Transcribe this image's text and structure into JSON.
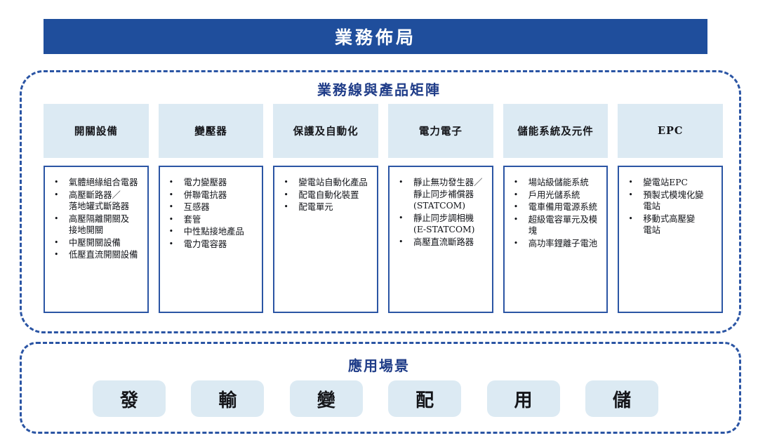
{
  "banner": {
    "title": "業務佈局"
  },
  "matrix": {
    "title": "業務線與產品矩陣",
    "columns": [
      {
        "header": "開關設備",
        "items": [
          "氣體絕緣組合電器",
          "高壓斷路器／\n落地罐式斷路器",
          "高壓隔離開關及\n接地開關",
          "中壓開關設備",
          "低壓直流開關設備"
        ]
      },
      {
        "header": "變壓器",
        "items": [
          "電力變壓器",
          "併聯電抗器",
          "互感器",
          "套管",
          "中性點接地產品",
          "電力電容器"
        ]
      },
      {
        "header": "保護及自動化",
        "items": [
          "變電站自動化產品",
          "配電自動化裝置",
          "配電單元"
        ]
      },
      {
        "header": "電力電子",
        "items": [
          "靜止無功發生器／\n靜止同步補償器\n(STATCOM)",
          "靜止同步調相機\n(E-STATCOM)",
          "高壓直流斷路器"
        ]
      },
      {
        "header": "儲能系統及元件",
        "items": [
          "場站級儲能系統",
          "戶用光儲系統",
          "電車備用電源系統",
          "超級電容單元及模塊",
          "高功率鋰離子電池"
        ]
      },
      {
        "header": "EPC",
        "items": [
          "變電站EPC",
          "預製式模塊化變\n電站",
          "移動式高壓變\n電站"
        ]
      }
    ]
  },
  "scenario": {
    "title": "應用場景",
    "chips": [
      "發",
      "輸",
      "變",
      "配",
      "用",
      "儲"
    ]
  },
  "colors": {
    "banner_blue": "#1F4E9C",
    "dashed_blue": "#2B55A4",
    "light_blue": "#DCEAF3",
    "title_blue": "#1F3C88",
    "text_dark": "#15161A"
  }
}
